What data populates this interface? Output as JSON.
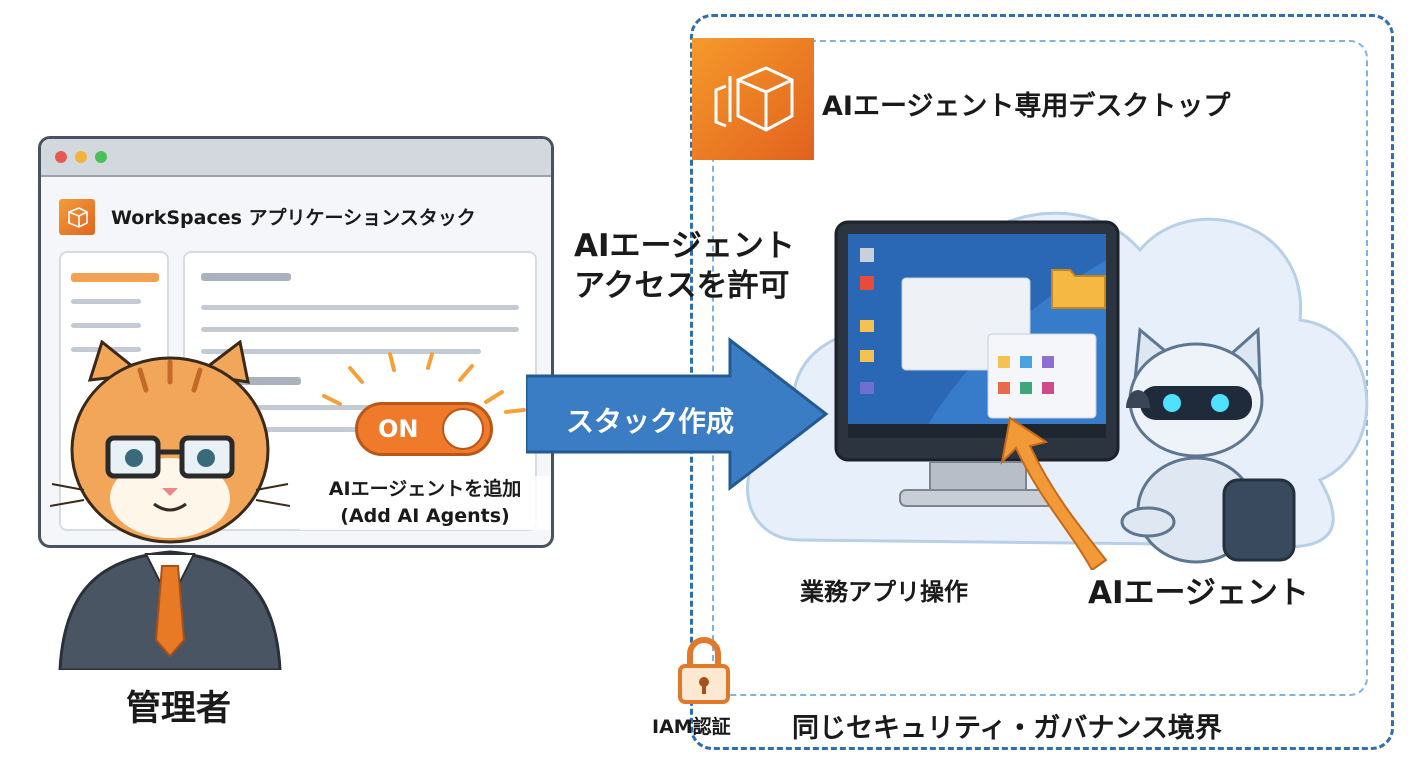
{
  "desktop": {
    "title": "AIエージェント専用デスクトップ"
  },
  "admin_window": {
    "app_title": "WorkSpaces アプリケーションスタック"
  },
  "toggle": {
    "label": "ON"
  },
  "add_agents": {
    "line1": "AIエージェントを追加",
    "line2": "(Add AI Agents)"
  },
  "arrow": {
    "label": "スタック作成"
  },
  "access": {
    "line1": "AIエージェント",
    "line2": "アクセスを許可"
  },
  "operations_label": "業務アプリ操作",
  "agent_label": "AIエージェント",
  "iam_label": "IAM認証",
  "boundary_label": "同じセキュリティ・ガバナンス境界",
  "admin_label": "管理者",
  "colors": {
    "aws_orange": "#ee7a2a",
    "boundary_blue": "#2f6fb0",
    "arrow_blue": "#3b7dc4"
  }
}
